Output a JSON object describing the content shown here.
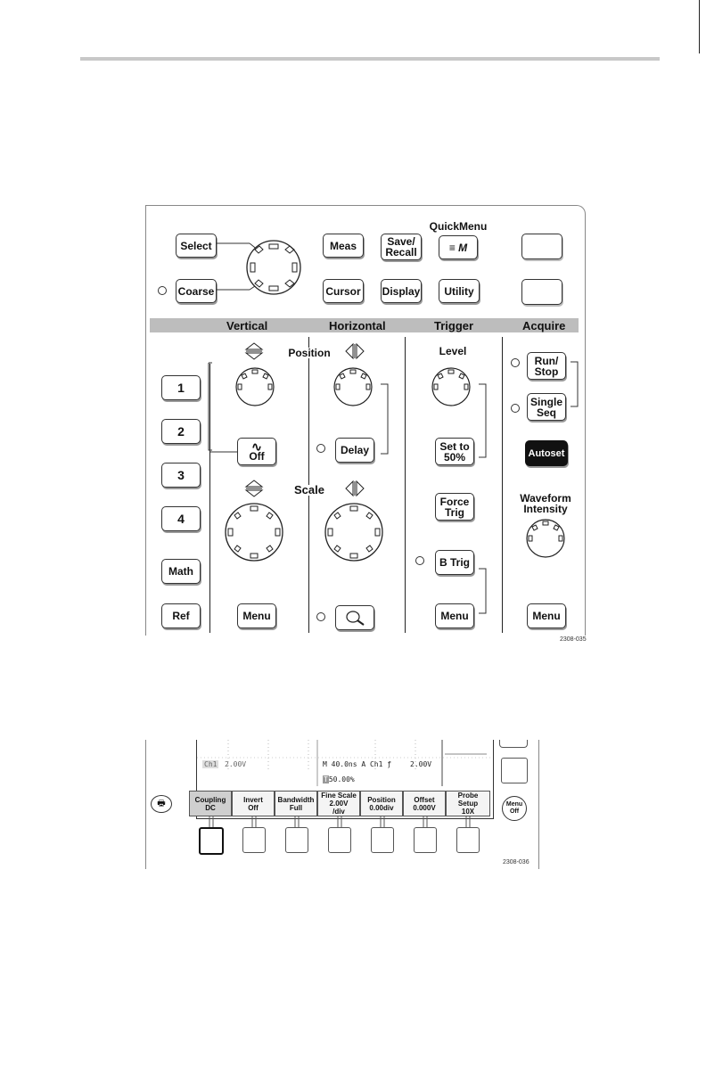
{
  "header_rule": "",
  "panel": {
    "buttons": {
      "select": "Select",
      "coarse": "Coarse",
      "meas": "Meas",
      "save_recall": "Save/\nRecall",
      "quickmenu_label": "QuickMenu",
      "quickmenu_icon": "≡ M",
      "cursor": "Cursor",
      "display": "Display",
      "utility": "Utility",
      "ch1": "1",
      "ch2": "2",
      "ch3": "3",
      "ch4": "4",
      "math": "Math",
      "ref": "Ref",
      "off": "Off",
      "vert_menu": "Menu",
      "delay": "Delay",
      "set_to_50": "Set to\n50%",
      "force_trig": "Force\nTrig",
      "b_trig": "B Trig",
      "trig_menu": "Menu",
      "run_stop": "Run/\nStop",
      "single_seq": "Single\nSeq",
      "autoset": "Autoset",
      "acq_menu": "Menu"
    },
    "headers": {
      "vertical": "Vertical",
      "horizontal": "Horizontal",
      "trigger": "Trigger",
      "acquire": "Acquire"
    },
    "labels": {
      "position": "Position",
      "scale": "Scale",
      "level": "Level",
      "waveform_intensity": "Waveform\nIntensity"
    },
    "figure_id": "2308-035"
  },
  "screen_panel": {
    "readouts": {
      "ch": "Ch1",
      "volts": "2.00V",
      "timebase": "M 40.0ns  A  Ch1  ƒ",
      "trig_volts": "2.00V",
      "trig_pos": "50.00%"
    },
    "softkeys": [
      {
        "top": "Coupling",
        "bottom": "DC"
      },
      {
        "top": "Invert",
        "bottom": "Off"
      },
      {
        "top": "Bandwidth",
        "bottom": "Full"
      },
      {
        "top": "Fine Scale",
        "bottom": "2.00V\n/div"
      },
      {
        "top": "Position",
        "bottom": "0.00div"
      },
      {
        "top": "Offset",
        "bottom": "0.000V"
      },
      {
        "top": "Probe\nSetup",
        "bottom": "10X"
      }
    ],
    "menu_off": "Menu\nOff",
    "figure_id": "2308-036"
  }
}
